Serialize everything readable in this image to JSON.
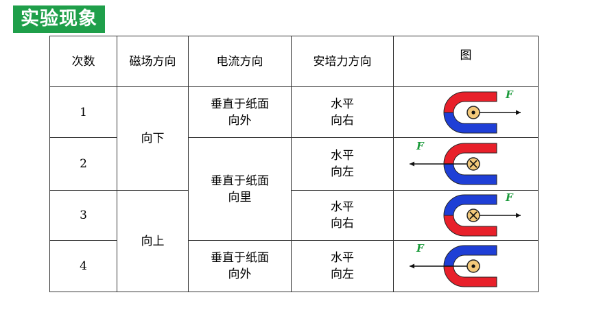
{
  "title": "实验现象",
  "headers": [
    "次数",
    "磁场方向",
    "电流方向",
    "安培力方向",
    "图"
  ],
  "rows": [
    {
      "num": "1",
      "current_line1": "垂直于纸面",
      "current_line2": "向外",
      "force_line1": "水平",
      "force_line2": "向右"
    },
    {
      "num": "2",
      "force_line1": "水平",
      "force_line2": "向左"
    },
    {
      "num": "3",
      "force_line1": "水平",
      "force_line2": "向右"
    },
    {
      "num": "4",
      "current_line1": "垂直于纸面",
      "current_line2": "向外",
      "force_line1": "水平",
      "force_line2": "向左"
    }
  ],
  "field_down": "向下",
  "field_up": "向上",
  "current_in_line1": "垂直于纸面",
  "current_in_line2": "向里",
  "force_symbol": "F",
  "colors": {
    "title_bg": "#1f9f4a",
    "magnet_red": "#e8202a",
    "magnet_blue": "#1f3fd6",
    "force_label": "#1a9a3a",
    "conductor_fill": "#f3c97a"
  },
  "figures": [
    {
      "magnet_top": "red",
      "current": "out",
      "force": "right"
    },
    {
      "magnet_top": "red",
      "current": "in",
      "force": "left"
    },
    {
      "magnet_top": "blue",
      "current": "in",
      "force": "right"
    },
    {
      "magnet_top": "blue",
      "current": "out",
      "force": "left"
    }
  ]
}
